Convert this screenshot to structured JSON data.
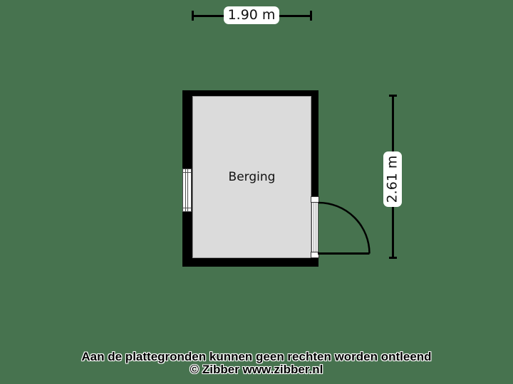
{
  "room": {
    "label": "Berging"
  },
  "dimensions": {
    "width_label": "1.90 m",
    "height_label": "2.61 m"
  },
  "footer": {
    "disclaimer": "Aan de plattegronden kunnen geen rechten worden ontleend",
    "credit": "© Zibber www.zibber.nl"
  },
  "symbols": {
    "window": "window-symbol",
    "door": "door-swing-arc"
  },
  "colors": {
    "background": "#47734F",
    "wall": "#000000",
    "floor": "#DBDBDB",
    "label_background": "#FFFFFF",
    "line": "#000000",
    "text": "#000000"
  }
}
